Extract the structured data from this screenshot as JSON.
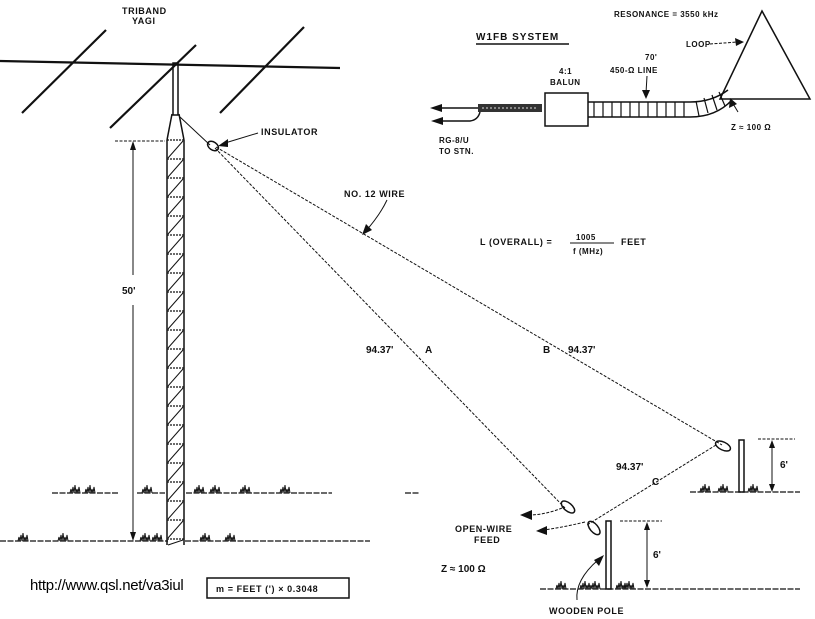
{
  "diagram": {
    "antenna_label": {
      "line1": "TRIBAND",
      "line2": "YAGI"
    },
    "insulator_label": "INSULATOR",
    "tower_height": "50'",
    "wire_label": "NO. 12  WIRE",
    "formula": {
      "lhs": "L (OVERALL) =",
      "numerator": "1005",
      "denominator": "f (MHz)",
      "unit": "FEET"
    },
    "legs": [
      {
        "name": "A",
        "length": "94.37'"
      },
      {
        "name": "B",
        "length": "94.37'"
      },
      {
        "name": "C",
        "length": "94.37'"
      }
    ],
    "pole_heights": [
      "6'",
      "6'"
    ],
    "feed_label": {
      "line1": "OPEN-WIRE",
      "line2": "FEED"
    },
    "feed_impedance": "Z ≈ 100 Ω",
    "pole_label": "WOODEN POLE",
    "conversion": "m = FEET (') × 0.3048",
    "source_url": "http://www.qsl.net/va3iul"
  },
  "inset": {
    "title": "W1FB SYSTEM",
    "resonance": "RESONANCE = 3550 kHz",
    "loop_label": "LOOP",
    "line_length": "70'",
    "line_type": "450-Ω LINE",
    "balun": {
      "line1": "4:1",
      "line2": "BALUN"
    },
    "coax": {
      "line1": "RG-8/U",
      "line2": "TO STN."
    },
    "impedance": "Z ≈ 100 Ω"
  }
}
